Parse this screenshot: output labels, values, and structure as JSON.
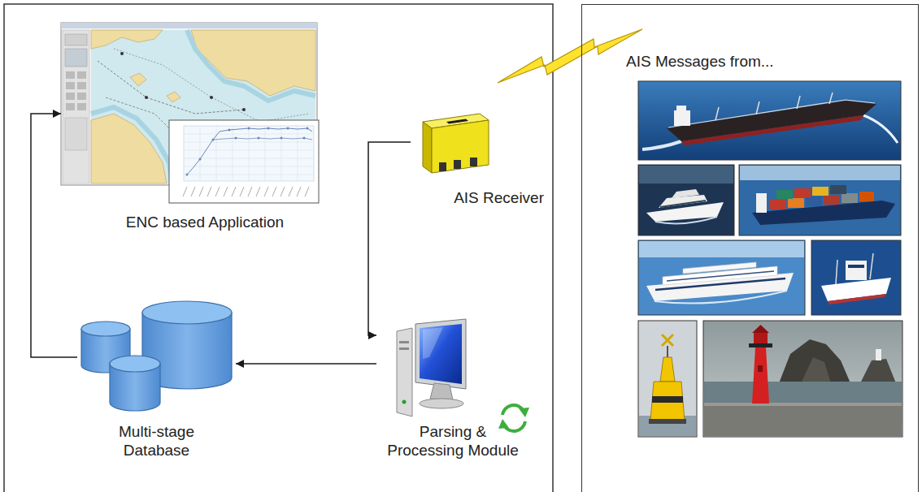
{
  "diagram": {
    "nodes": [
      {
        "text": [
          "ENC based Application"
        ]
      },
      {
        "text": [
          "AIS Receiver"
        ]
      },
      {
        "text": [
          "Multi-stage Database"
        ]
      },
      {
        "text": [
          "Parsing & Processing Module"
        ]
      },
      {
        "text": [
          "AIS Messages from..."
        ]
      }
    ],
    "edges": [
      {
        "from": 1,
        "to": 3,
        "arrow": "to"
      },
      {
        "from": 3,
        "to": 2,
        "arrow": "to"
      },
      {
        "from": 2,
        "to": 0,
        "arrow": "to"
      }
    ]
  }
}
